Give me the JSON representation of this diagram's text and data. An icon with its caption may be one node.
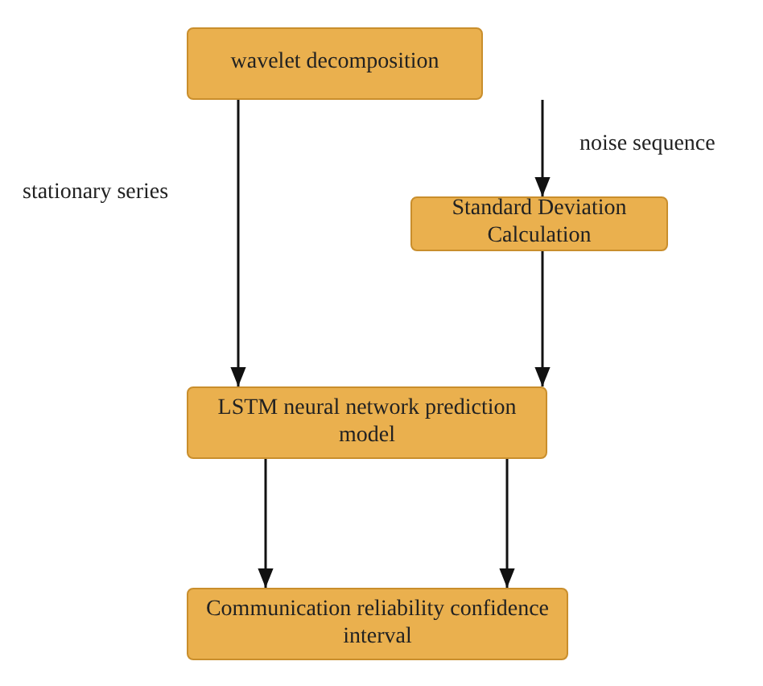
{
  "diagram": {
    "nodes": [
      {
        "text": [
          "wavelet decomposition"
        ]
      },
      {
        "text": [
          "Standard Deviation Calculation"
        ]
      },
      {
        "text": [
          "LSTM neural network prediction model"
        ]
      },
      {
        "text": [
          "Communication reliability confidence interval"
        ]
      }
    ],
    "edges": [
      {
        "from": 0,
        "to": 2,
        "arrow": "to",
        "label": "stationary series"
      },
      {
        "from": 0,
        "to": 1,
        "arrow": "to",
        "label": "noise sequence"
      },
      {
        "from": 1,
        "to": 2,
        "arrow": "to"
      },
      {
        "from": 2,
        "to": 3,
        "arrow": "to"
      },
      {
        "from": 2,
        "to": 3,
        "arrow": "to"
      }
    ]
  }
}
